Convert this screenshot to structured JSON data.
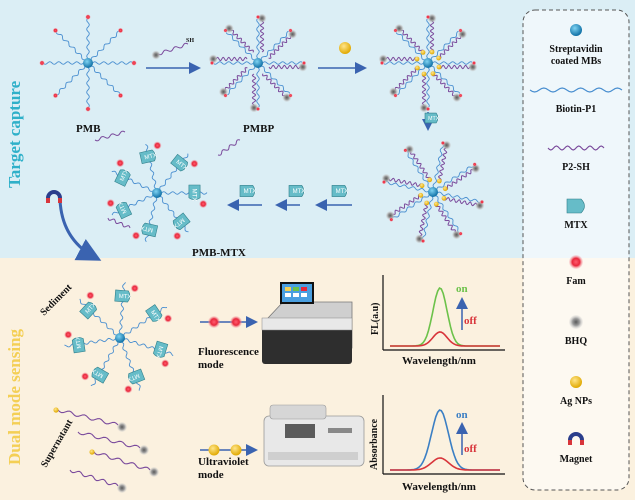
{
  "sections": {
    "top_title": "Target capture",
    "bottom_title": "Dual mode sensing"
  },
  "labels": {
    "pmb": "PMB",
    "pmbp": "PMBP",
    "pmb_mtx": "PMB-MTX",
    "sh": "SH",
    "sediment": "Sediment",
    "supernatant": "Supernatant",
    "fluorescence_mode": "Fluorescence mode",
    "ultraviolet_mode": "Ultraviolet mode",
    "mtx_tag": "MTX"
  },
  "fl_chart": {
    "ylabel": "FL(a.u)",
    "xlabel": "Wavelength/nm",
    "on": "on",
    "off": "off"
  },
  "abs_chart": {
    "ylabel": "Absorbance",
    "xlabel": "Wavelength/nm",
    "on": "on",
    "off": "off"
  },
  "legend": {
    "items": [
      {
        "label": "Streptavidin coated MBs",
        "icon": "mb-sphere-icon"
      },
      {
        "label": "Biotin-P1",
        "icon": "biotin-p1-wave-icon"
      },
      {
        "label": "P2-SH",
        "icon": "p2-sh-wave-icon"
      },
      {
        "label": "MTX",
        "icon": "mtx-block-icon"
      },
      {
        "label": "Fam",
        "icon": "fam-dot-icon"
      },
      {
        "label": "BHQ",
        "icon": "bhq-dot-icon"
      },
      {
        "label": "Ag NPs",
        "icon": "ag-np-icon"
      },
      {
        "label": "Magnet",
        "icon": "magnet-icon"
      }
    ]
  },
  "colors": {
    "top_bg": "#dbeef5",
    "bottom_bg": "#fbf1df",
    "top_title": "#2fb0c9",
    "bottom_title": "#f4cf55",
    "arm": "#4a8fd0",
    "p2": "#7a4a9c",
    "mb": "#1c8fc4",
    "fam": "#e8283c",
    "bhq": "#8a8a8a",
    "ag": "#f0c020",
    "mtx": "#66bcc8",
    "fl_on": "#6cc24a",
    "off_red": "#d8353b",
    "abs_on": "#3b7fc4"
  }
}
